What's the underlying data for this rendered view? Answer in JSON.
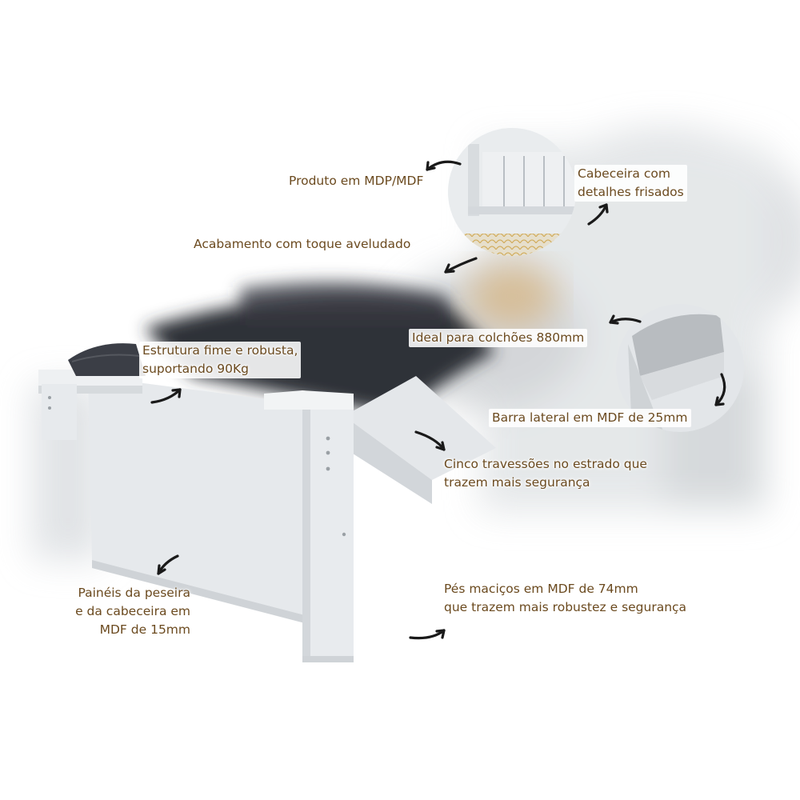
{
  "colors": {
    "label_text": "#6b4a1f",
    "frame_white": "#e9ecee",
    "frame_shadow": "#c9cdd1",
    "mattress": "#2f3138",
    "arrow": "#1a1a1a",
    "pattern_gold": "#c9a04a"
  },
  "callouts": {
    "produto": "Produto em MDP/MDF",
    "cabeceira": [
      "Cabeceira com",
      "detalhes frisados"
    ],
    "acabamento": "Acabamento com toque aveludado",
    "ideal": "Ideal para colchões 880mm",
    "estrutura": [
      "Estrutura fime e robusta,",
      "suportando 90Kg"
    ],
    "barra": "Barra lateral em MDF de 25mm",
    "cinco": [
      "Cinco travessões no estrado que",
      "trazem mais segurança"
    ],
    "paineis": [
      "Painéis da peseira",
      "e da cabeceira em",
      "MDF de 15mm"
    ],
    "pes": [
      "Pés maciços em MDF de 74mm",
      "que trazem mais robustez e segurança"
    ]
  },
  "icons": [
    "curved-arrow-icon"
  ]
}
